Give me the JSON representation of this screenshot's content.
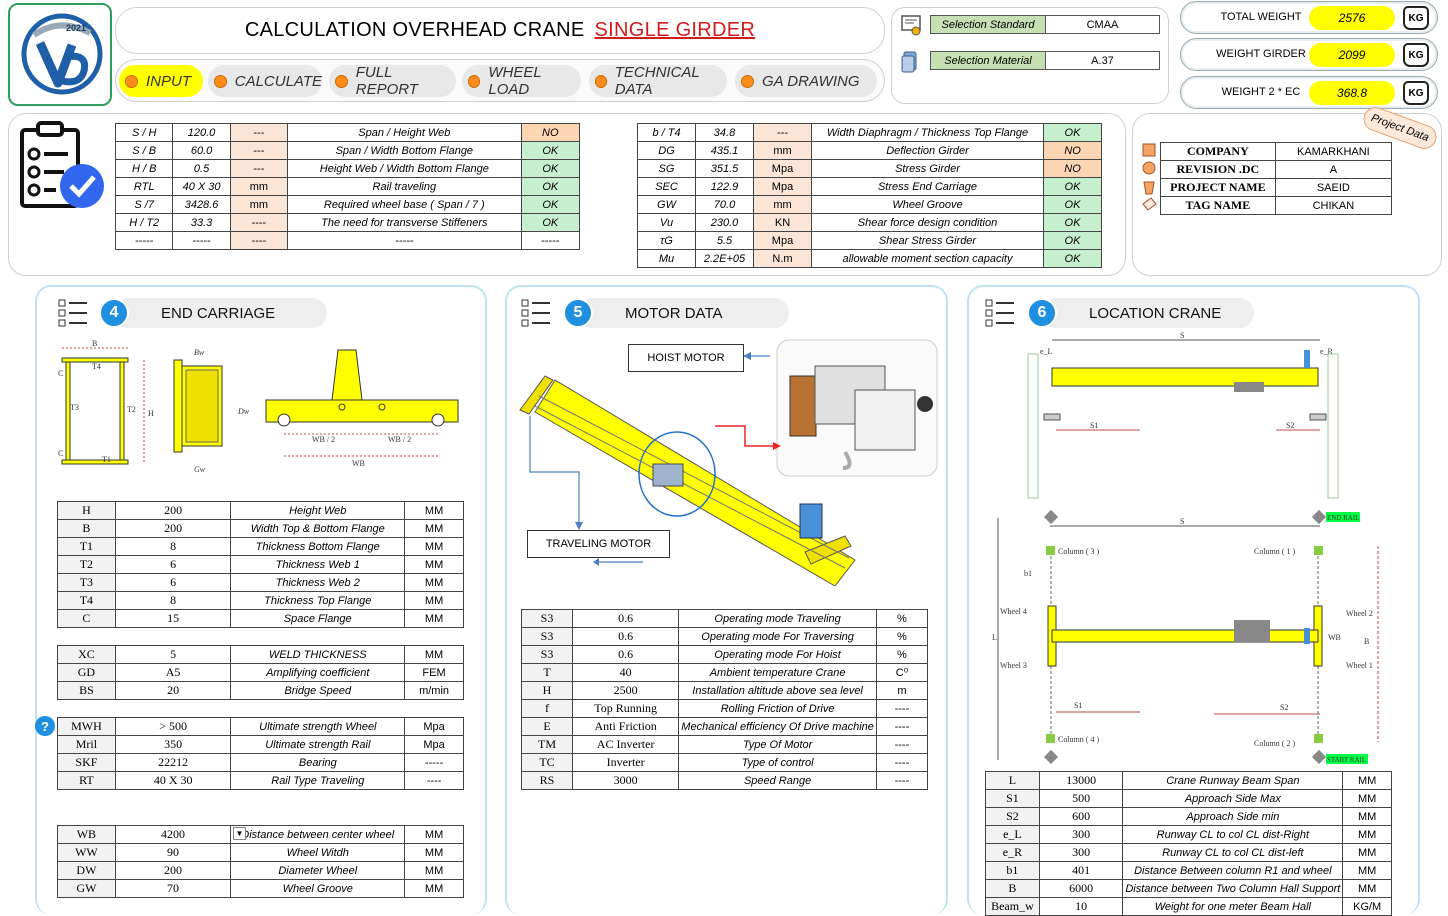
{
  "header": {
    "logo_year": "2021",
    "title": "CALCULATION OVERHEAD CRANE",
    "title_type": "SINGLE GIRDER"
  },
  "nav": [
    {
      "label": "INPUT",
      "active": true
    },
    {
      "label": "CALCULATE"
    },
    {
      "label": "FULL REPORT"
    },
    {
      "label": "WHEEL LOAD"
    },
    {
      "label": "TECHNICAL DATA"
    },
    {
      "label": "GA DRAWING"
    }
  ],
  "selection": {
    "standard_label": "Selection Standard",
    "standard_value": "CMAA",
    "material_label": "Selection Material",
    "material_value": "A.37"
  },
  "weights": [
    {
      "label": "TOTAL WEIGHT",
      "value": "2576",
      "unit": "KG"
    },
    {
      "label": "WEIGHT GIRDER",
      "value": "2099",
      "unit": "KG"
    },
    {
      "label": "WEIGHT 2 * EC",
      "value": "368.8",
      "unit": "KG"
    }
  ],
  "checks_left": [
    [
      "S / H",
      "120.0",
      "---",
      "Span / Height Web",
      "NO"
    ],
    [
      "S / B",
      "60.0",
      "---",
      "Span / Width  Bottom Flange",
      "OK"
    ],
    [
      "H / B",
      "0.5",
      "---",
      "Height Web / Width  Bottom Flange",
      "OK"
    ],
    [
      "RTL",
      "40 X 30",
      "mm",
      "Rail traveling",
      "OK"
    ],
    [
      "S /7",
      "3428.6",
      "mm",
      "Required wheel base  ( Span / 7 )",
      "OK"
    ],
    [
      "H / T2",
      "33.3",
      "----",
      "The need for transverse Stiffeners",
      "OK"
    ],
    [
      "-----",
      "-----",
      "----",
      "-----",
      "-----"
    ]
  ],
  "checks_right": [
    [
      "b / T4",
      "34.8",
      "---",
      "Width Diaphragm / Thickness Top Flange",
      "OK"
    ],
    [
      "DG",
      "435.1",
      "mm",
      "Deflection Girder",
      "NO"
    ],
    [
      "SG",
      "351.5",
      "Mpa",
      "Stress Girder",
      "NO"
    ],
    [
      "SEC",
      "122.9",
      "Mpa",
      "Stress End Carriage",
      "OK"
    ],
    [
      "GW",
      "70.0",
      "mm",
      "Wheel Groove",
      "OK"
    ],
    [
      "Vu",
      "230.0",
      "KN",
      "Shear force design condition",
      "OK"
    ],
    [
      "τG",
      "5.5",
      "Mpa",
      "Shear Stress Girder",
      "OK"
    ],
    [
      "Mu",
      "2.2E+05",
      "N.m",
      "allowable moment  section capacity",
      "OK"
    ]
  ],
  "project": {
    "ribbon": "Project Data",
    "rows": [
      [
        "COMPANY",
        "KAMARKHANI"
      ],
      [
        "REVISION .DC",
        "A"
      ],
      [
        "PROJECT NAME",
        "SAEID"
      ],
      [
        "TAG NAME",
        "CHIKAN"
      ]
    ]
  },
  "end_carriage": {
    "num": "4",
    "title": "END CARRIAGE",
    "drawing_labels": {
      "b": "B",
      "t4": "T4",
      "c": "C",
      "t3": "T3",
      "t2": "T2",
      "h": "H",
      "t1": "T1",
      "bw": "Bw",
      "dw": "Dw",
      "gw": "Gw",
      "wb2a": "WB / 2",
      "wb2b": "WB / 2",
      "wb": "WB"
    },
    "table1": [
      [
        "H",
        "200",
        "Height Web",
        "MM"
      ],
      [
        "B",
        "200",
        "Width Top & Bottom  Flange",
        "MM"
      ],
      [
        "T1",
        "8",
        "Thickness Bottom Flange",
        "MM"
      ],
      [
        "T2",
        "6",
        "Thickness Web 1",
        "MM"
      ],
      [
        "T3",
        "6",
        "Thickness Web 2",
        "MM"
      ],
      [
        "T4",
        "8",
        "Thickness Top Flange",
        "MM"
      ],
      [
        "C",
        "15",
        "Space Flange",
        "MM"
      ]
    ],
    "table2": [
      [
        "XC",
        "5",
        "WELD THICKNESS",
        "MM"
      ],
      [
        "GD",
        "A5",
        "Amplifying coefficient",
        "FEM"
      ],
      [
        "BS",
        "20",
        "Bridge Speed",
        "m/min"
      ]
    ],
    "table3": [
      [
        "MWH",
        "> 500",
        "Ultimate strength Wheel",
        "Mpa"
      ],
      [
        "Mril",
        "350",
        "Ultimate strength Rail",
        "Mpa"
      ],
      [
        "SKF",
        "22212",
        "Bearing",
        "-----"
      ],
      [
        "RT",
        "40 X 30",
        "Rail Type Traveling",
        "----"
      ]
    ],
    "table4": [
      [
        "WB",
        "4200",
        "Distance between center wheel",
        "MM"
      ],
      [
        "WW",
        "90",
        "Wheel Witdh",
        "MM"
      ],
      [
        "DW",
        "200",
        "Diameter Wheel",
        "MM"
      ],
      [
        "GW",
        "70",
        "Wheel Groove",
        "MM"
      ]
    ]
  },
  "motor": {
    "num": "5",
    "title": "MOTOR DATA",
    "hoist_label": "HOIST MOTOR",
    "travel_label": "TRAVELING MOTOR",
    "table": [
      [
        "S3",
        "0.6",
        "Operating mode Traveling",
        "%"
      ],
      [
        "S3",
        "0.6",
        "Operating mode For Traversing",
        "%"
      ],
      [
        "S3",
        "0.6",
        "Operating mode For Hoist",
        "%"
      ],
      [
        "T",
        "40",
        "Ambient temperature Crane",
        "C⁰"
      ],
      [
        "H",
        "2500",
        "Installation altitude above sea level",
        "m"
      ],
      [
        "f",
        "Top Running",
        "Rolling Friction of Drive",
        "----"
      ],
      [
        "E",
        "Anti Friction",
        "Mechanical efficiency Of Drive machine",
        "----"
      ],
      [
        "TM",
        "AC Inverter",
        "Type Of Motor",
        "----"
      ],
      [
        "TC",
        "Inverter",
        "Type of control",
        "----"
      ],
      [
        "RS",
        "3000",
        "Speed Range",
        "----"
      ]
    ]
  },
  "location": {
    "num": "6",
    "title": "LOCATION CRANE",
    "drawing_labels": {
      "s": "S",
      "el": "e_L",
      "er": "e_R",
      "s1": "S1",
      "s2": "S2",
      "end_rail": "END RAIL",
      "start_rail": "START RAIL",
      "col1": "Column ( 1 )",
      "col2": "Column ( 2 )",
      "col3": "Column ( 3 )",
      "col4": "Column ( 4 )",
      "wheel1": "Wheel 1",
      "wheel2": "Wheel 2",
      "wheel3": "Wheel 3",
      "wheel4": "Wheel 4",
      "l": "L",
      "b": "B",
      "b1": "b1",
      "wb": "WB"
    },
    "table": [
      [
        "L",
        "13000",
        "Crane Runway Beam Span",
        "MM"
      ],
      [
        "S1",
        "500",
        "Approach Side Max",
        "MM"
      ],
      [
        "S2",
        "600",
        "Approach Side min",
        "MM"
      ],
      [
        "e_L",
        "300",
        "Runway CL to col CL dist-Right",
        "MM"
      ],
      [
        "e_R",
        "300",
        "Runway CL to col CL dist-left",
        "MM"
      ],
      [
        "b1",
        "401",
        "Distance Between column R1 and wheel",
        "MM"
      ],
      [
        "B",
        "6000",
        "Distance between Two Column Hall Support",
        "MM"
      ],
      [
        "Beam_w",
        "10",
        "Weight for one meter Beam Hall",
        "KG/M"
      ]
    ]
  },
  "colors": {
    "accent": "#ffff00",
    "ok": "#c6efce",
    "no": "#fcd5b4",
    "blue": "#1f8fe0"
  }
}
